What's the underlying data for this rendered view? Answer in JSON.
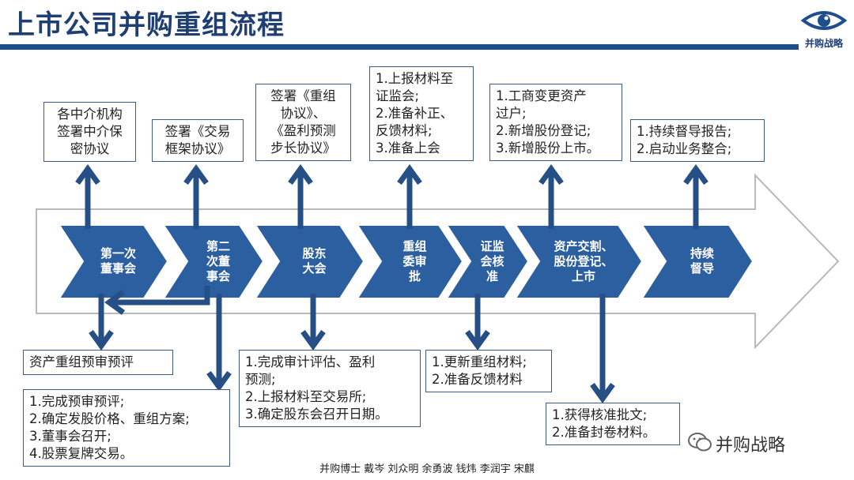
{
  "header": {
    "title": "上市公司并购重组流程",
    "logo_text": "并购战略",
    "logo_icon": "eye-icon"
  },
  "colors": {
    "primary": "#1f4e8c",
    "title": "#1f3f73",
    "step_fill": "#2c5fa0",
    "arrow": "#254f85",
    "box_border": "#3a5b8c"
  },
  "steps": [
    {
      "id": "board-1",
      "label": [
        "第一次",
        "董事会"
      ]
    },
    {
      "id": "board-2",
      "label": [
        "第二",
        "次董",
        "事会"
      ]
    },
    {
      "id": "shareholders",
      "label": [
        "股东",
        "大会"
      ]
    },
    {
      "id": "restructuring-committee",
      "label": [
        "重组",
        "委审",
        "批"
      ]
    },
    {
      "id": "csrc-approval",
      "label": [
        "证监",
        "会核",
        "准"
      ]
    },
    {
      "id": "asset-delivery",
      "label": [
        "资产交割、",
        "股份登记、",
        "上市"
      ]
    },
    {
      "id": "supervision",
      "label": [
        "持续",
        "督导"
      ]
    }
  ],
  "boxes": [
    {
      "id": "nda",
      "lines": [
        "各中介机构",
        "签署中介保",
        "密协议"
      ]
    },
    {
      "id": "framework-agreement",
      "lines": [
        "签署《交易",
        "框架协议》"
      ]
    },
    {
      "id": "restructuring-agreement",
      "lines": [
        "签署《重组",
        "协议》、",
        "《盈利预测",
        "步长协议》"
      ]
    },
    {
      "id": "submit-csrc",
      "lines": [
        "1.上报材料至",
        "证监会;",
        "2.准备补正、",
        "反馈材料;",
        "3.准备上会"
      ]
    },
    {
      "id": "registration",
      "lines": [
        "1.工商变更资产",
        "过户;",
        "2.新增股份登记;",
        "3.新增股份上市。"
      ]
    },
    {
      "id": "ongoing",
      "lines": [
        "1.持续督导报告;",
        "2.启动业务整合;"
      ]
    },
    {
      "id": "pre-review",
      "lines": [
        "资产重组预审预评"
      ]
    },
    {
      "id": "board2-tasks",
      "lines": [
        "1.完成预审预评;",
        "2.确定发股价格、重组方案;",
        "3.董事会召开;",
        "4.股票复牌交易。"
      ]
    },
    {
      "id": "audit-tasks",
      "lines": [
        "1.完成审计评估、盈利",
        "预测;",
        "2.上报材料至交易所;",
        "3.确定股东会召开日期。"
      ]
    },
    {
      "id": "update-materials",
      "lines": [
        "1.更新重组材料;",
        "2.准备反馈材料"
      ]
    },
    {
      "id": "approval-doc",
      "lines": [
        "1.获得核准批文;",
        "2.准备封卷材料。"
      ]
    }
  ],
  "footer": {
    "credits": "并购博士 戴岑 刘众明 余勇波 钱炜 李润宇 宋麒",
    "watermark": "并购战略",
    "watermark_icon": "wechat-icon"
  }
}
